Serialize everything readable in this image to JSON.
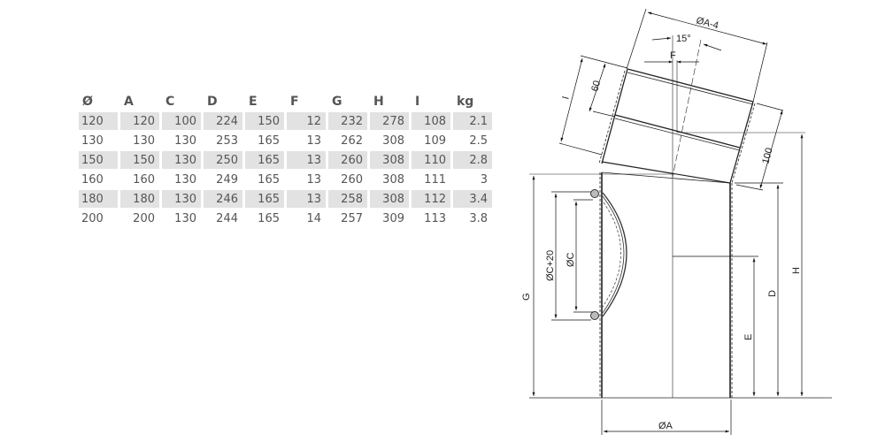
{
  "table": {
    "headers": [
      "Ø",
      "A",
      "C",
      "D",
      "E",
      "F",
      "G",
      "H",
      "I",
      "kg"
    ],
    "rows": [
      [
        "120",
        "120",
        "100",
        "224",
        "150",
        "12",
        "232",
        "278",
        "108",
        "2.1"
      ],
      [
        "130",
        "130",
        "130",
        "253",
        "165",
        "13",
        "262",
        "308",
        "109",
        "2.5"
      ],
      [
        "150",
        "150",
        "130",
        "250",
        "165",
        "13",
        "260",
        "308",
        "110",
        "2.8"
      ],
      [
        "160",
        "160",
        "130",
        "249",
        "165",
        "13",
        "260",
        "308",
        "111",
        "3"
      ],
      [
        "180",
        "180",
        "130",
        "246",
        "165",
        "13",
        "258",
        "308",
        "112",
        "3.4"
      ],
      [
        "200",
        "200",
        "130",
        "244",
        "165",
        "14",
        "257",
        "309",
        "113",
        "3.8"
      ]
    ],
    "shade_color": "#e2e2e2"
  },
  "drawing": {
    "labels": {
      "dia_a_minus_4": "ØA-4",
      "angle": "15°",
      "f": "F",
      "i": "I",
      "sixty": "60",
      "hundred": "100",
      "g": "G",
      "dia_c_plus_20": "ØC+20",
      "dia_c": "ØC",
      "d": "D",
      "e": "E",
      "h": "H",
      "dia_a": "ØA"
    }
  }
}
